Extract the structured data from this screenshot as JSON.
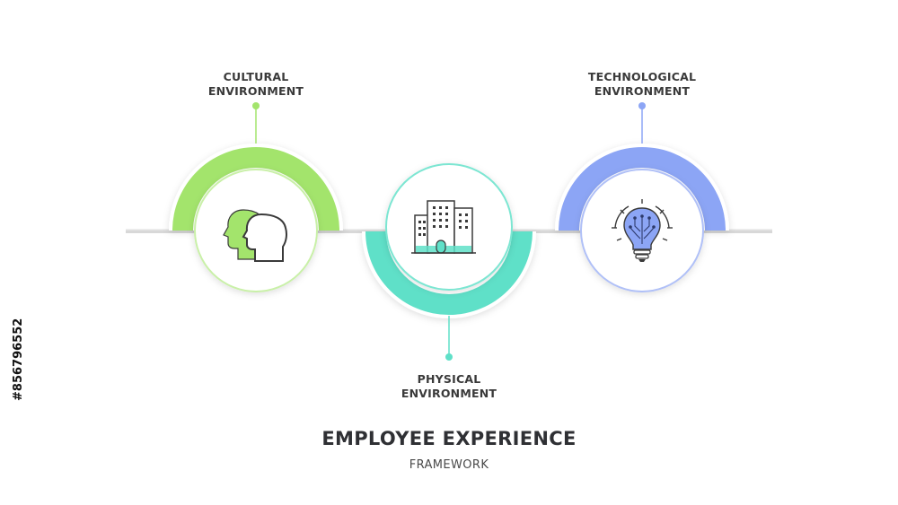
{
  "nodes": [
    {
      "id": "cultural",
      "label_lines": [
        "CULTURAL",
        "ENVIRONMENT"
      ],
      "color": "#a3e46c",
      "icon": "head-profile-icon"
    },
    {
      "id": "physical",
      "label_lines": [
        "PHYSICAL",
        "ENVIRONMENT"
      ],
      "color": "#5fe0c8",
      "icon": "office-buildings-icon"
    },
    {
      "id": "technological",
      "label_lines": [
        "TECHNOLOGICAL",
        "ENVIRONMENT"
      ],
      "color": "#8ca5f5",
      "icon": "lightbulb-circuit-icon"
    }
  ],
  "title": "EMPLOYEE EXPERIENCE",
  "subtitle": "FRAMEWORK",
  "stock_id": "#856796552",
  "colors": {
    "line": "#cfcfcf",
    "text": "#3a3a3a"
  }
}
